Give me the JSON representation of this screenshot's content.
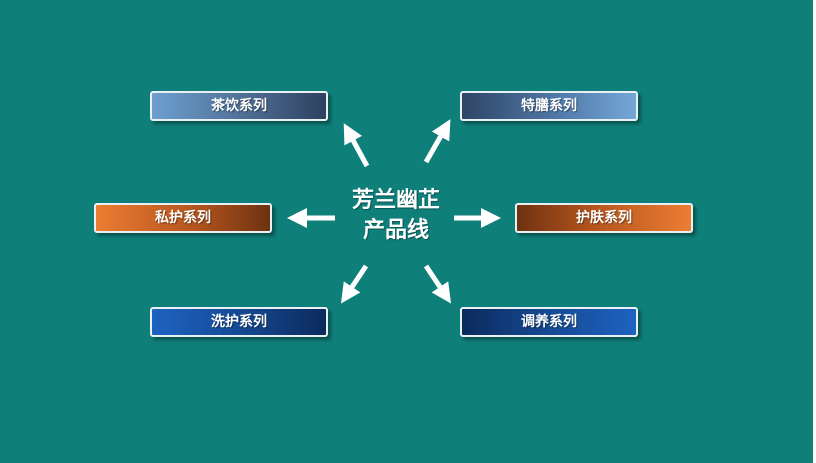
{
  "center": {
    "line1": "芳兰幽芷",
    "line2": "产品线"
  },
  "nodes": {
    "tea": "茶饮系列",
    "diet": "特膳系列",
    "private": "私护系列",
    "skin": "护肤系列",
    "wash": "洗护系列",
    "care": "调养系列"
  },
  "colors": {
    "background": "#0f7f7a",
    "arrow": "#ffffff",
    "blue_light": "#6d9fd0",
    "blue_dark": "#2e4060",
    "orange": "#ec7d32",
    "orange_dark": "#6e3210",
    "royal_blue": "#1d63c2",
    "navy": "#0b2a5c"
  }
}
